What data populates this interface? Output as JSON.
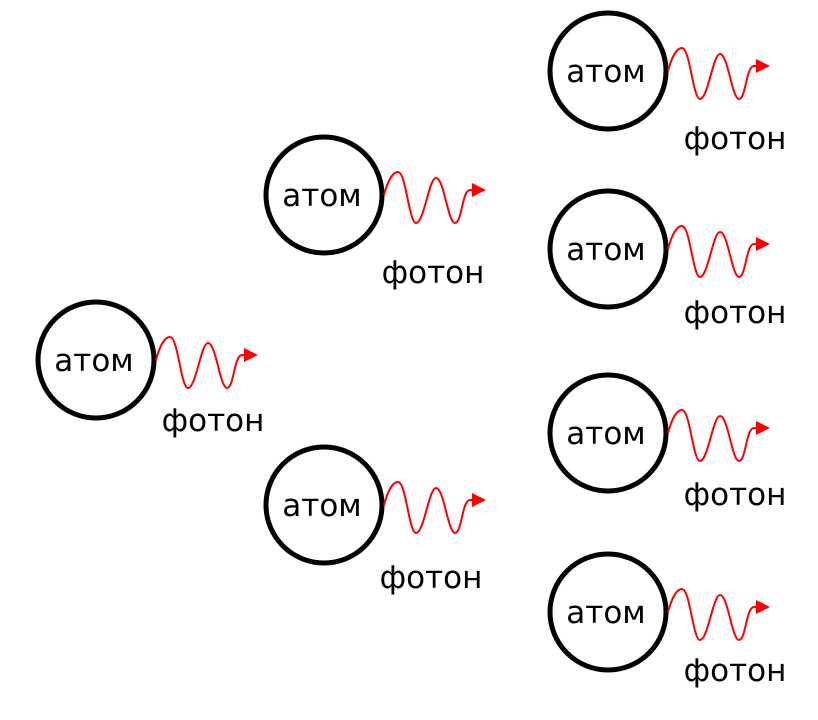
{
  "colors": {
    "atom_stroke": "#000000",
    "photon": "#ff0000"
  },
  "atoms": [
    {
      "label": "атом",
      "photon_label": "фотон",
      "generation": 1
    },
    {
      "label": "атом",
      "photon_label": "фотон",
      "generation": 2
    },
    {
      "label": "атом",
      "photon_label": "фотон",
      "generation": 2
    },
    {
      "label": "атом",
      "photon_label": "фотон",
      "generation": 3
    },
    {
      "label": "атом",
      "photon_label": "фотон",
      "generation": 3
    },
    {
      "label": "атом",
      "photon_label": "фотон",
      "generation": 3
    },
    {
      "label": "атом",
      "photon_label": "фотон",
      "generation": 3
    }
  ]
}
